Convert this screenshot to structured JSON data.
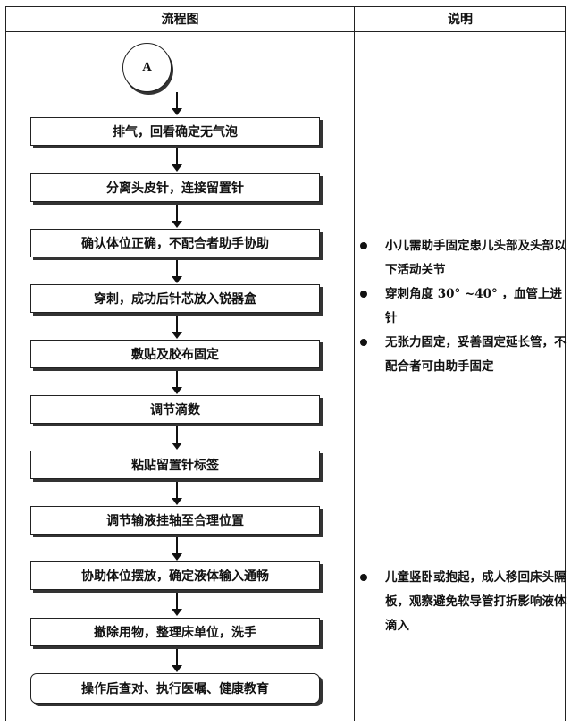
{
  "header": {
    "flowchart_label": "流程图",
    "description_label": "说明"
  },
  "connector": {
    "label": "A"
  },
  "steps": [
    {
      "label": "排气，回看确定无气泡"
    },
    {
      "label": "分离头皮针，连接留置针"
    },
    {
      "label": "确认体位正确，不配合者助手协助"
    },
    {
      "label": "穿刺，成功后针芯放入锐器盒"
    },
    {
      "label": "敷贴及胶布固定"
    },
    {
      "label": "调节滴数"
    },
    {
      "label": "粘贴留置针标签"
    },
    {
      "label": "调节输液挂轴至合理位置"
    },
    {
      "label": "协助体位摆放，确定液体输入通畅"
    },
    {
      "label": "撤除用物，整理床单位，洗手"
    },
    {
      "label": "操作后查对、执行医嘱、健康教育"
    }
  ],
  "notes_group_1": [
    {
      "text": "小儿需助手固定患儿头部及头部以下活动关节"
    },
    {
      "text": "穿刺角度 30° ~40° ，血管上进针"
    },
    {
      "text": "无张力固定，妥善固定延长管，不配合者可由助手固定"
    }
  ],
  "notes_group_2": [
    {
      "text": "儿童竖卧或抱起，成人移回床头隔板，观察避免软导管打折影响液体滴入"
    }
  ]
}
